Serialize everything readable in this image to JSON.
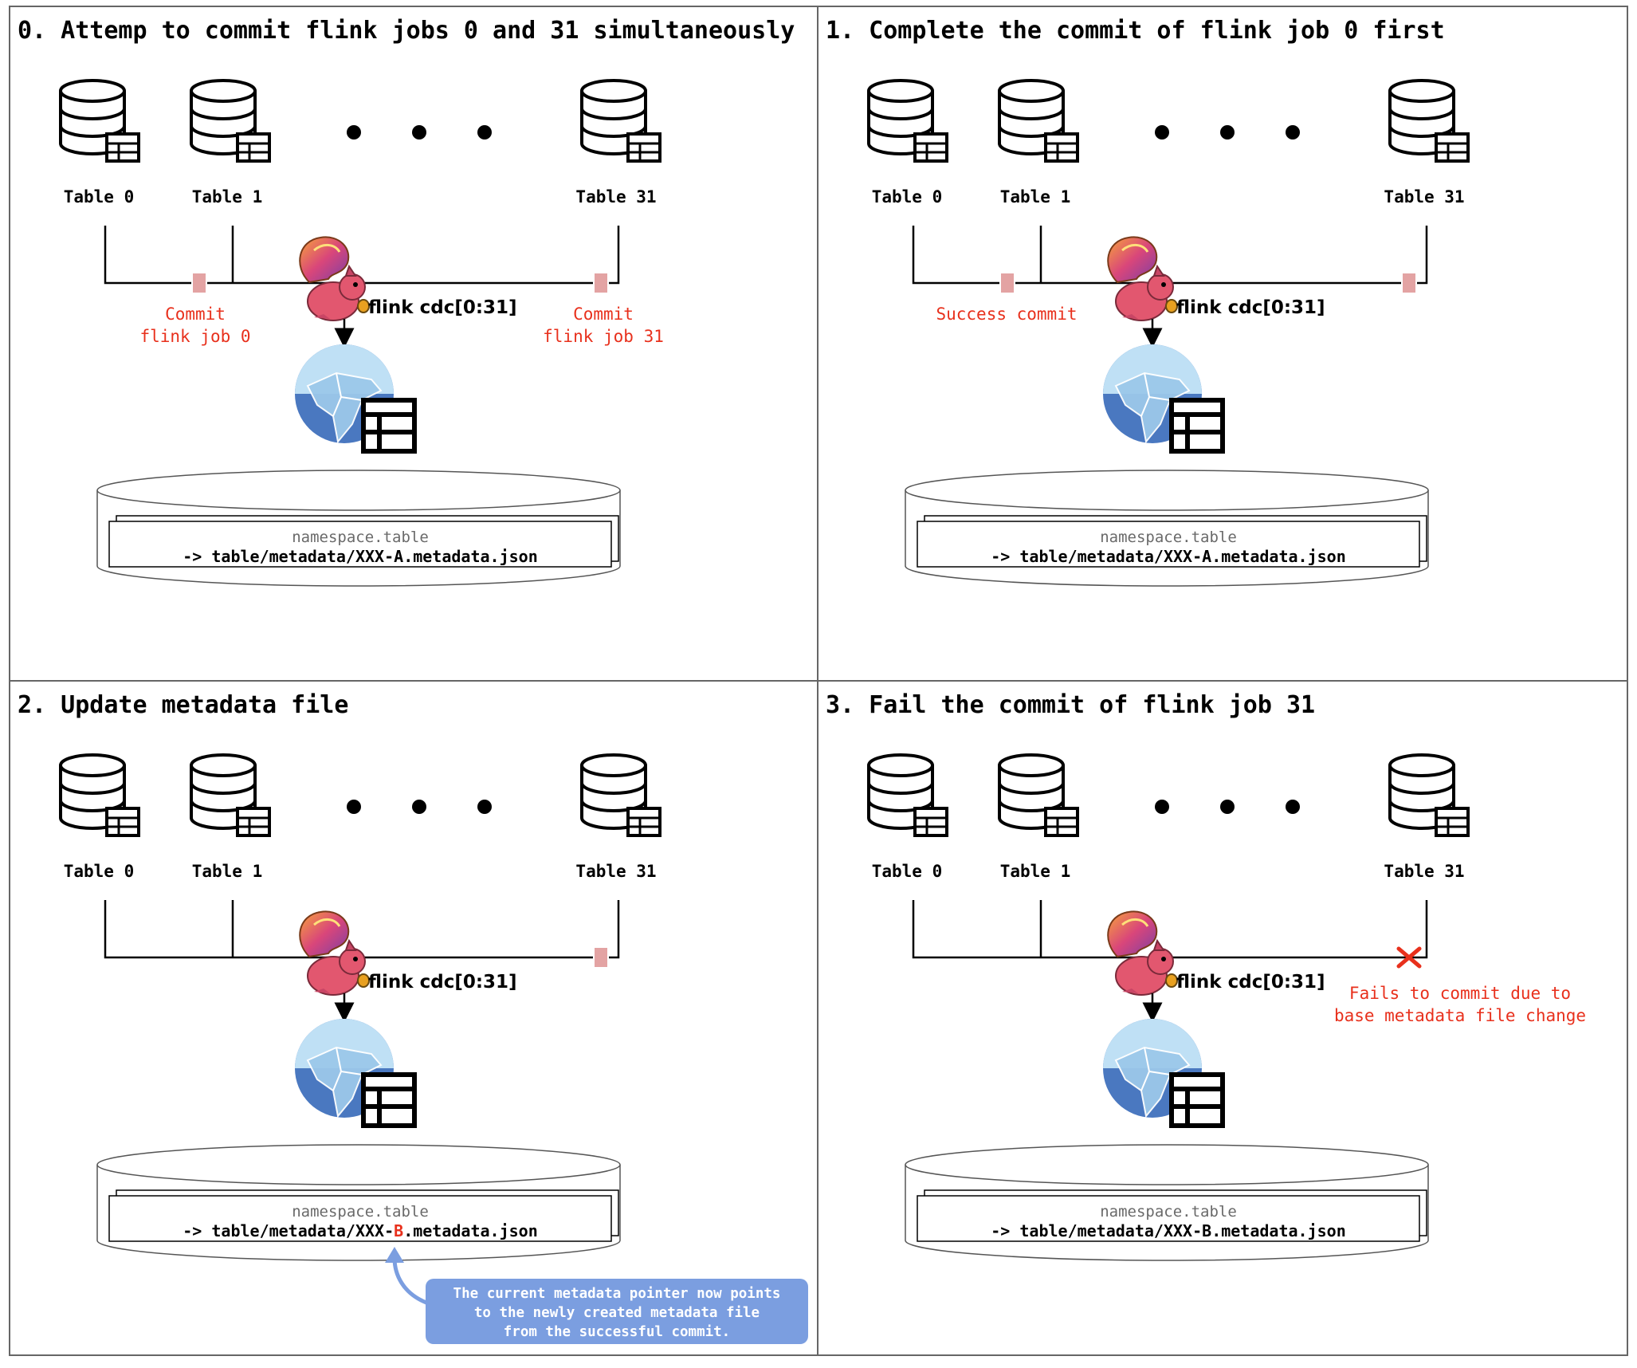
{
  "panels": [
    {
      "title": "0. Attemp to commit flink jobs 0 and 31 simultaneously",
      "tables": [
        "Table 0",
        "Table 1",
        "Table 31"
      ],
      "flink_label": "flink cdc[0:31]",
      "commit_left_lines": [
        "Commit",
        "flink job 0"
      ],
      "commit_right_lines": [
        "Commit",
        "flink job 31"
      ],
      "namespace": "namespace.table",
      "pointer_prefix": "-> table/metadata/XXX-",
      "pointer_version": "A",
      "pointer_suffix": ".metadata.json"
    },
    {
      "title": "1. Complete the commit of flink job 0 first",
      "tables": [
        "Table 0",
        "Table 1",
        "Table 31"
      ],
      "flink_label": "flink cdc[0:31]",
      "success_label": "Success commit",
      "namespace": "namespace.table",
      "pointer_prefix": "-> table/metadata/XXX-",
      "pointer_version": "A",
      "pointer_suffix": ".metadata.json"
    },
    {
      "title": "2. Update metadata file",
      "tables": [
        "Table 0",
        "Table 1",
        "Table 31"
      ],
      "flink_label": "flink cdc[0:31]",
      "namespace": "namespace.table",
      "pointer_prefix": "-> table/metadata/XXX-",
      "pointer_version": "B",
      "pointer_suffix": ".metadata.json",
      "callout_lines": [
        "The current metadata pointer now points",
        "to the newly created metadata file",
        "from the successful commit."
      ]
    },
    {
      "title": "3. Fail the commit of flink job 31",
      "tables": [
        "Table 0",
        "Table 1",
        "Table 31"
      ],
      "flink_label": "flink cdc[0:31]",
      "fail_lines": [
        "Fails to commit due to",
        "base metadata file change"
      ],
      "namespace": "namespace.table",
      "pointer_prefix": "-> table/metadata/XXX-",
      "pointer_version": "B",
      "pointer_suffix": ".metadata.json"
    }
  ],
  "colors": {
    "accent_red": "#e8301c",
    "commit_marker": "#e3a3a3",
    "callout_bg": "#7b9ee0",
    "globe_blue": "#4a78c0",
    "globe_light": "#bfe0f5",
    "border": "#666666"
  },
  "icons": [
    "database-table-icon",
    "flink-squirrel-logo",
    "iceberg-globe-icon",
    "table-grid-icon",
    "ellipsis-dots",
    "fail-x-icon"
  ]
}
